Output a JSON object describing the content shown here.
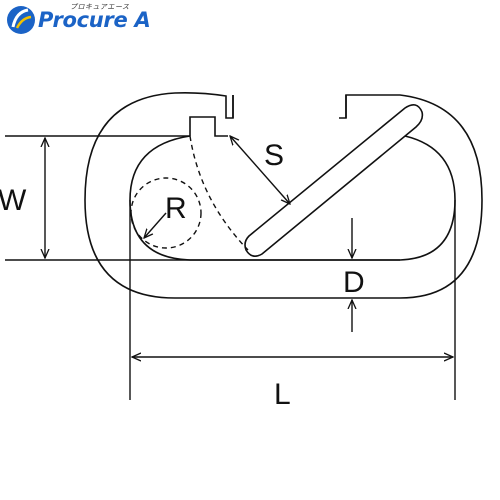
{
  "brand": {
    "name": "Procure A",
    "kana": "プロキュアエース",
    "color": "#1b63c6"
  },
  "labels": {
    "w": "W",
    "s": "S",
    "r": "R",
    "d": "D",
    "l": "L"
  }
}
